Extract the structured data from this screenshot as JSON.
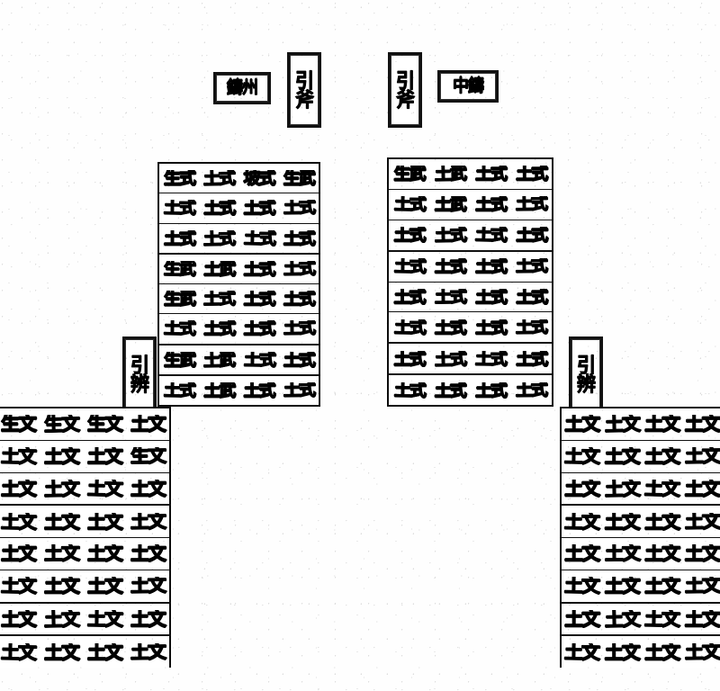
{
  "document": {
    "type": "rubbing-plate",
    "medium": "ink rubbing / seal impressions",
    "background_color": "#fefefe",
    "ink_color": "#000000"
  },
  "labels": [
    {
      "id": "label-top-left-horizontal",
      "orientation": "horizontal",
      "characters": [
        "鑄",
        "州"
      ],
      "text": "鑄州"
    },
    {
      "id": "label-top-left-vertical",
      "orientation": "vertical",
      "characters": [
        "引",
        "斧"
      ],
      "text": "引斧"
    },
    {
      "id": "label-top-right-vertical",
      "orientation": "vertical",
      "characters": [
        "引",
        "斧"
      ],
      "text": "引斧"
    },
    {
      "id": "label-top-right-horizontal",
      "orientation": "horizontal",
      "characters": [
        "中",
        "鑄"
      ],
      "text": "中鑄"
    },
    {
      "id": "label-middle-left-vertical",
      "orientation": "vertical",
      "characters": [
        "引",
        "辨"
      ],
      "text": "引辨"
    },
    {
      "id": "label-middle-right-vertical",
      "orientation": "vertical",
      "characters": [
        "引",
        "辨"
      ],
      "text": "引辨"
    }
  ],
  "blocks": [
    {
      "id": "block-top-left",
      "position": "top-left",
      "columns": 4,
      "rows": 8,
      "stamp_text": "土式",
      "cells": [
        [
          "生式",
          "土式",
          "坡式",
          "生武"
        ],
        [
          "土式",
          "土式",
          "土式",
          "土式"
        ],
        [
          "土式",
          "土式",
          "土式",
          "土式"
        ],
        [
          "生武",
          "土武",
          "土式",
          "土式"
        ],
        [
          "生武",
          "土式",
          "土式",
          "土式"
        ],
        [
          "土式",
          "土式",
          "土式",
          "土式"
        ],
        [
          "生武",
          "土武",
          "土式",
          "土式"
        ],
        [
          "土式",
          "土武",
          "土式",
          "土式"
        ]
      ]
    },
    {
      "id": "block-top-right",
      "position": "top-right",
      "columns": 4,
      "rows": 8,
      "stamp_text": "土式",
      "cells": [
        [
          "生武",
          "土武",
          "土式",
          "土式"
        ],
        [
          "土式",
          "土武",
          "土式",
          "土式"
        ],
        [
          "土式",
          "土式",
          "土式",
          "土式"
        ],
        [
          "土式",
          "土式",
          "土式",
          "土式"
        ],
        [
          "土式",
          "土式",
          "土式",
          "土式"
        ],
        [
          "土式",
          "土式",
          "土式",
          "土式"
        ],
        [
          "土式",
          "土式",
          "土式",
          "土式"
        ],
        [
          "土式",
          "土式",
          "土式",
          "土式"
        ]
      ]
    },
    {
      "id": "block-bottom-left",
      "position": "bottom-left",
      "columns": 4,
      "rows": 8,
      "stamp_text": "土文",
      "cells": [
        [
          "生文",
          "生文",
          "生文",
          "土文"
        ],
        [
          "土文",
          "土文",
          "土文",
          "生文"
        ],
        [
          "土文",
          "土文",
          "土文",
          "土文"
        ],
        [
          "土文",
          "土文",
          "土文",
          "土文"
        ],
        [
          "土文",
          "土文",
          "土文",
          "土文"
        ],
        [
          "土文",
          "土文",
          "土文",
          "土文"
        ],
        [
          "土文",
          "土文",
          "土文",
          "土文"
        ],
        [
          "土文",
          "土文",
          "土文",
          "土文"
        ]
      ]
    },
    {
      "id": "block-bottom-right",
      "position": "bottom-right",
      "columns": 4,
      "rows": 8,
      "stamp_text": "土文",
      "cells": [
        [
          "土文",
          "土文",
          "土文",
          "土文"
        ],
        [
          "土文",
          "土文",
          "土文",
          "土文"
        ],
        [
          "土文",
          "土文",
          "土文",
          "土文"
        ],
        [
          "土文",
          "土文",
          "土文",
          "土文"
        ],
        [
          "土文",
          "土文",
          "土文",
          "土文"
        ],
        [
          "土文",
          "土文",
          "土文",
          "土文"
        ],
        [
          "土文",
          "土文",
          "土文",
          "土文"
        ],
        [
          "土文",
          "土文",
          "土文",
          "土文"
        ]
      ]
    }
  ]
}
